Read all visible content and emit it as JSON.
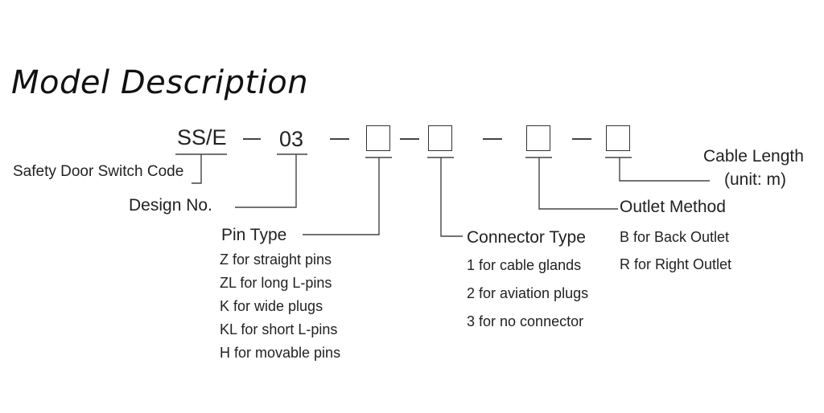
{
  "title": "Model Description",
  "code": {
    "prefix": "SS/E",
    "design_no": "03"
  },
  "fields": {
    "safety_door_switch_code": "Safety Door Switch Code",
    "design_no": "Design No.",
    "pin_type": {
      "label": "Pin Type",
      "options": [
        "Z  for straight pins",
        "ZL  for long L-pins",
        "K  for wide plugs",
        "KL  for short L-pins",
        "H  for movable pins"
      ]
    },
    "connector_type": {
      "label": "Connector Type",
      "options": [
        "1 for cable glands",
        "2 for aviation plugs",
        "3 for no connector"
      ]
    },
    "outlet_method": {
      "label": "Outlet Method",
      "options": [
        "B for Back Outlet",
        "R for Right Outlet"
      ]
    },
    "cable_length": {
      "label_line1": "Cable Length",
      "label_line2": "(unit: m)"
    }
  }
}
